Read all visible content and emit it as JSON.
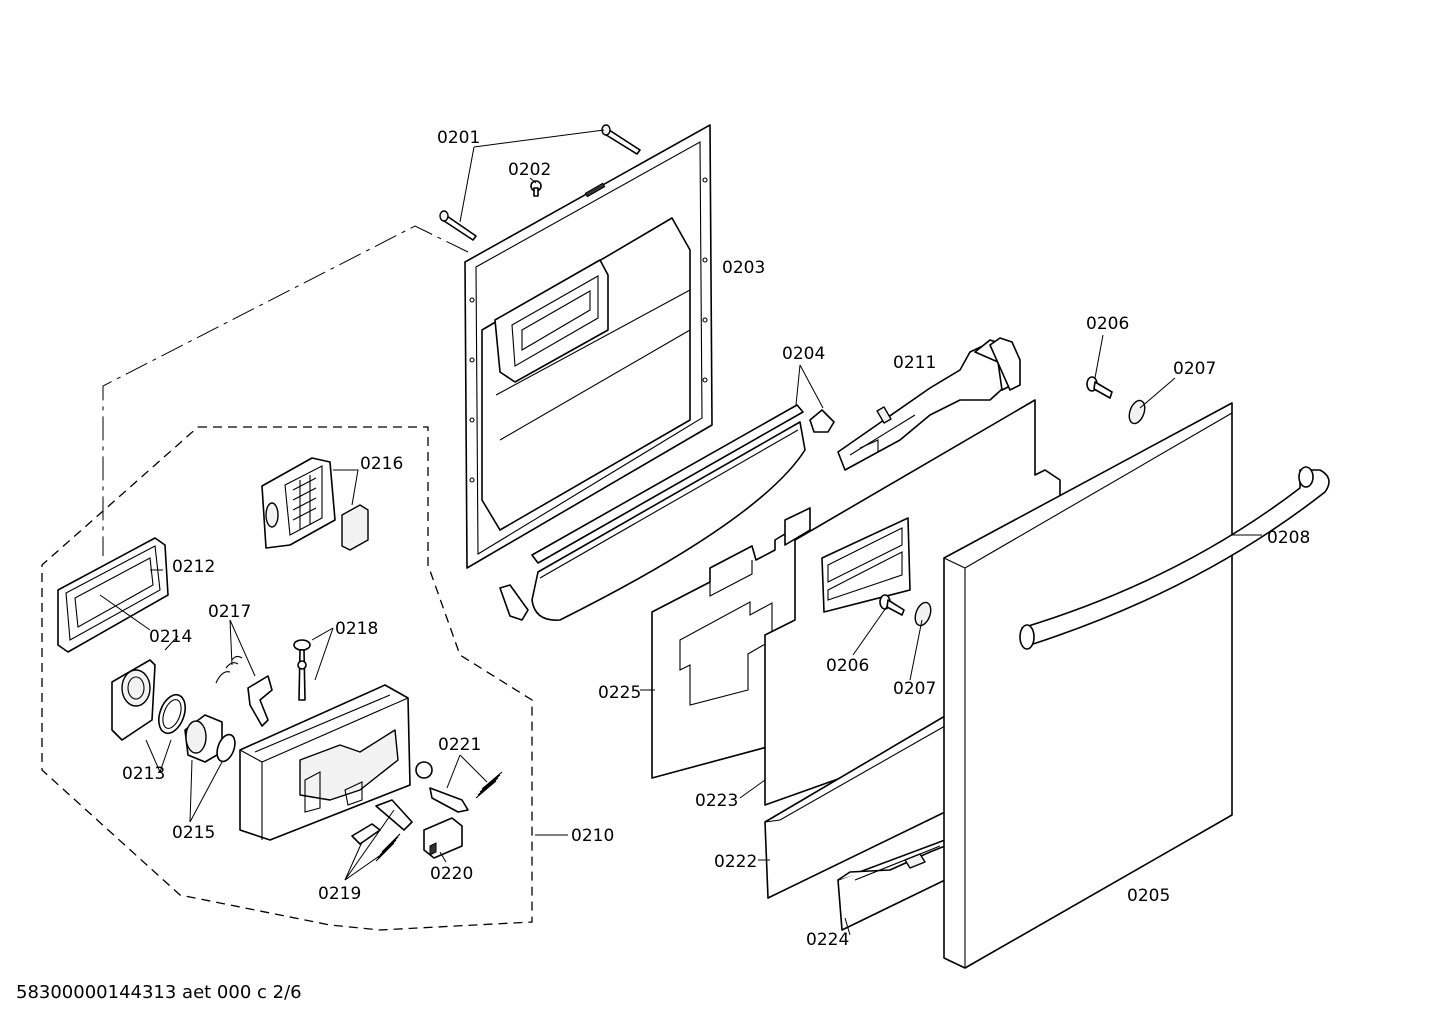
{
  "labels": {
    "p0201": "0201",
    "p0202": "0202",
    "p0203": "0203",
    "p0204": "0204",
    "p0205": "0205",
    "p0206a": "0206",
    "p0206b": "0206",
    "p0207a": "0207",
    "p0207b": "0207",
    "p0208": "0208",
    "p0210": "0210",
    "p0211": "0211",
    "p0212": "0212",
    "p0213": "0213",
    "p0214": "0214",
    "p0215": "0215",
    "p0216": "0216",
    "p0217": "0217",
    "p0218": "0218",
    "p0219": "0219",
    "p0220": "0220",
    "p0221": "0221",
    "p0222": "0222",
    "p0223": "0223",
    "p0224": "0224",
    "p0225": "0225"
  },
  "footer": {
    "doc_id": "58300000144313 aet 000 c 2/6"
  }
}
